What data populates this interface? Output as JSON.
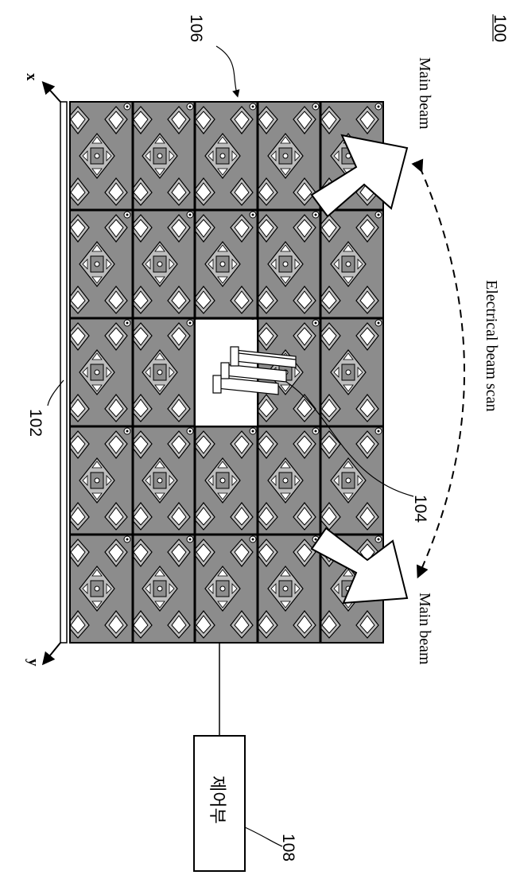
{
  "figure": {
    "figure_number": "100",
    "labels": {
      "main_beam_top": "Main beam",
      "main_beam_bottom": "Main beam",
      "scan": "Electrical beam scan",
      "axis_x": "x",
      "axis_y": "y",
      "controller": "제어부"
    },
    "reference_numerals": {
      "array": "106",
      "ground_plane": "102",
      "feed_element": "104",
      "controller": "108"
    },
    "grid": {
      "rows": 5,
      "cols": 5,
      "empty_cell": "center"
    },
    "colors": {
      "tile_fill": "#8c8c8c",
      "pattern": "#bdbdbd",
      "lines": "#000000"
    }
  }
}
